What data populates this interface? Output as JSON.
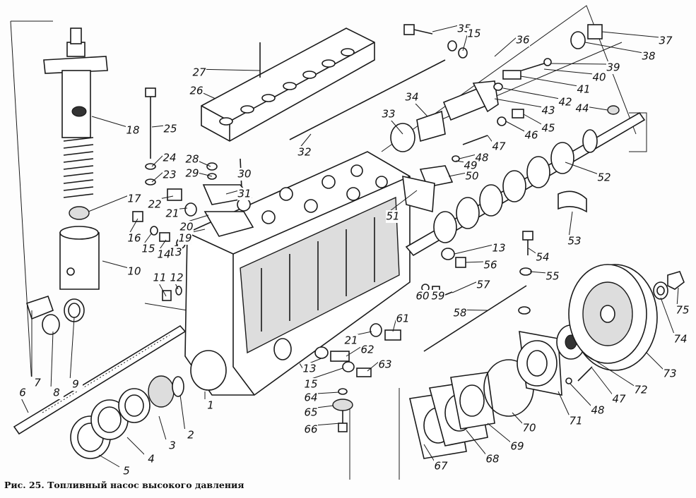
{
  "caption": "Рис. 25. Топливный насос высокого давления",
  "colors": {
    "ink": "#1a1a1a",
    "paper": "#fdfdfd"
  },
  "labels": [
    "1",
    "2",
    "3",
    "4",
    "5",
    "6",
    "7",
    "8",
    "9",
    "10",
    "11",
    "12",
    "13",
    "14",
    "15",
    "16",
    "17",
    "18",
    "19",
    "20",
    "21",
    "22",
    "23",
    "24",
    "25",
    "26",
    "27",
    "28",
    "29",
    "30",
    "31",
    "32",
    "33",
    "34",
    "35",
    "36",
    "37",
    "38",
    "39",
    "40",
    "41",
    "42",
    "43",
    "44",
    "45",
    "46",
    "47",
    "48",
    "49",
    "50",
    "51",
    "52",
    "53",
    "54",
    "55",
    "56",
    "57",
    "58",
    "59",
    "60",
    "61",
    "62",
    "63",
    "64",
    "65",
    "66",
    "67",
    "68",
    "69",
    "70",
    "71",
    "72",
    "73",
    "74",
    "75",
    "15",
    "13",
    "21",
    "13",
    "15",
    "47",
    "48"
  ]
}
